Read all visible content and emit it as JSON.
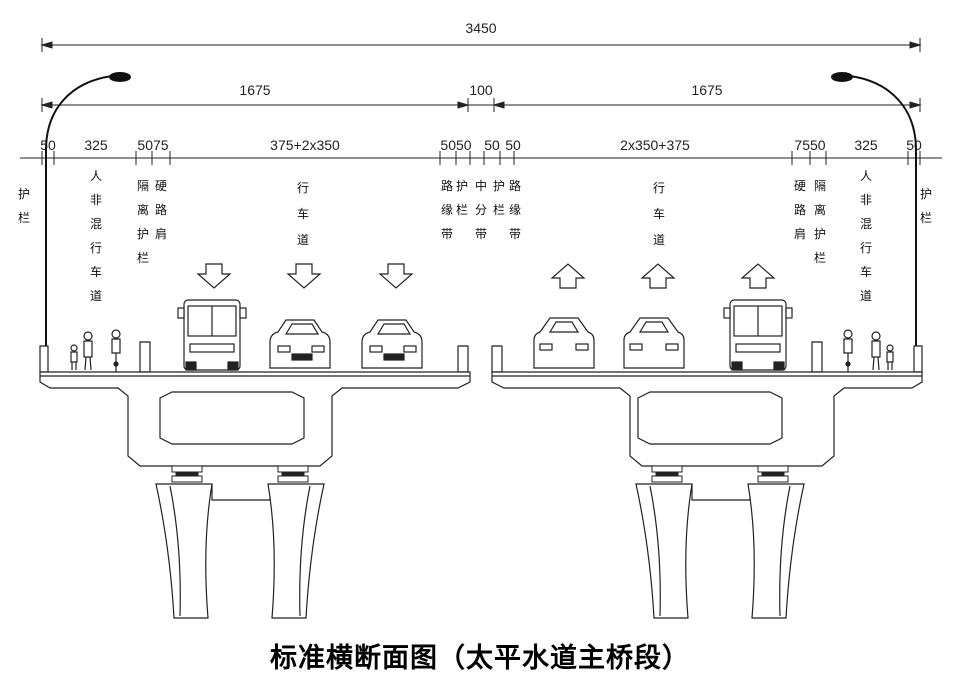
{
  "dimensions": {
    "total": "3450",
    "left_half": "1675",
    "median": "100",
    "right_half": "1675",
    "segments": {
      "l_rail": "50",
      "l_sidewalk": "325",
      "l_sep": "5075",
      "l_lanes": "375+2x350",
      "l_edge": "5050",
      "c_rail": "50",
      "c_edge": "50",
      "r_lanes": "2x350+375",
      "r_sep": "7550",
      "r_sidewalk": "325",
      "r_rail": "50"
    }
  },
  "labels": {
    "l_guardrail": "护栏",
    "l_sidewalk": "人非混行车道",
    "l_isolation": "隔离护栏",
    "l_shoulder": "硬路肩",
    "l_carriageway": "行车道",
    "l_edge_strip": "路缘带",
    "l_center_rail": "护栏",
    "median_strip": "中分带",
    "r_center_rail": "护栏",
    "r_edge_strip": "路缘带",
    "r_carriageway": "行车道",
    "r_shoulder": "硬路肩",
    "r_isolation": "隔离护栏",
    "r_sidewalk": "人非混行车道",
    "r_guardrail": "护栏"
  },
  "caption": "标准横断面图（太平水道主桥段）"
}
